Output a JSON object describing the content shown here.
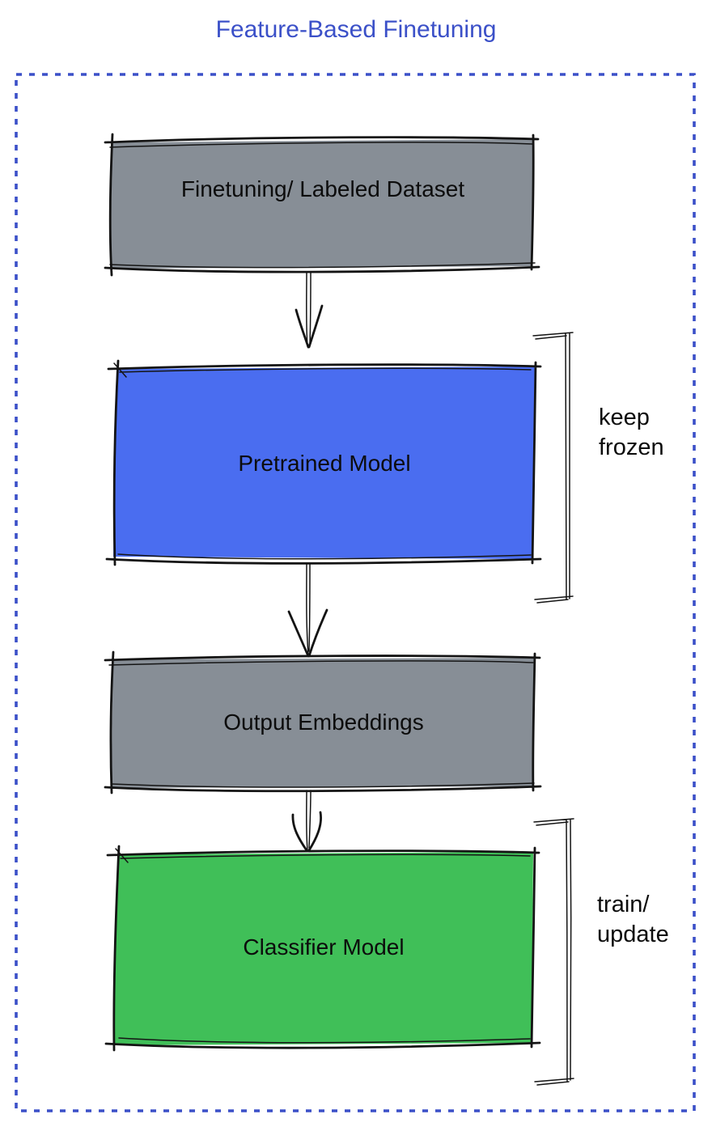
{
  "title": {
    "text": "Feature-Based Finetuning",
    "color": "#3b50c8"
  },
  "diagram": {
    "border_color": "#3b50c8",
    "ink_color": "#141414",
    "nodes": [
      {
        "id": "finetuning-labeled-dataset",
        "label": "Finetuning/ Labeled Dataset",
        "fill": "#878e96"
      },
      {
        "id": "pretrained-model",
        "label": "Pretrained Model",
        "fill": "#4a6df0"
      },
      {
        "id": "output-embeddings",
        "label": "Output Embeddings",
        "fill": "#878e96"
      },
      {
        "id": "classifier-model",
        "label": "Classifier Model",
        "fill": "#40bf58"
      }
    ],
    "annotations": [
      {
        "id": "keep-frozen",
        "text": "keep\nfrozen"
      },
      {
        "id": "train-update",
        "text": "train/\nupdate"
      }
    ]
  }
}
